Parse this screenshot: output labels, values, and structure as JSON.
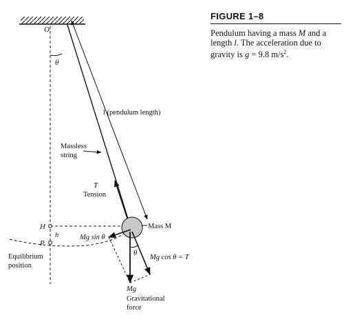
{
  "caption": {
    "figure_label": "FIGURE 1–8",
    "text_1": "Pendulum having a mass ",
    "mass_sym": "M",
    "text_2": " and a length ",
    "length_sym": "l",
    "text_3": ". The acceleration due to gravity is ",
    "g_sym": "g",
    "text_4": " = 9.8 m/s",
    "sup": "2",
    "text_5": "."
  },
  "labels": {
    "pivot": "O",
    "theta_top": "θ",
    "length": "l (pendulum length)",
    "string_1": "Massless",
    "string_2": "string",
    "tension_sym": "T",
    "tension_word": "Tension",
    "H": "H",
    "h": "h",
    "P": "P",
    "mass": "Mass M",
    "mg_sin": "Mg sin θ",
    "theta_bob": "θ",
    "mg_cos": "Mg cos θ = T",
    "mg": "Mg",
    "grav_1": "Gravitational",
    "grav_2": "force",
    "eq_1": "Equilibrium",
    "eq_2": "position"
  },
  "colors": {
    "ink": "#111111",
    "bob_fill": "#c8c8c8"
  }
}
